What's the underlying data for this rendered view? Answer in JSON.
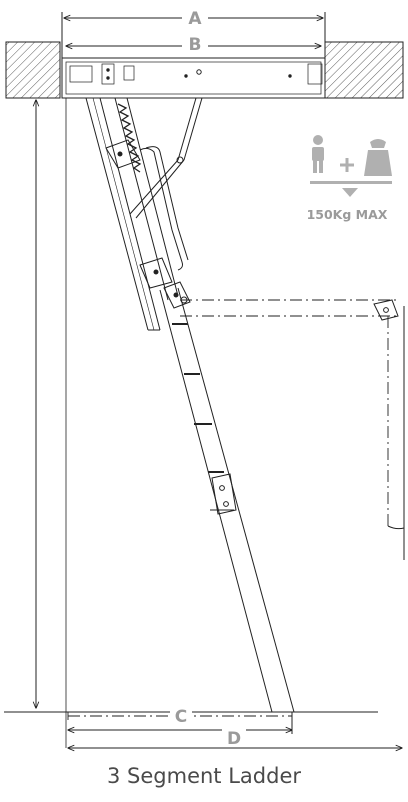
{
  "dimension_labels": {
    "a": "A",
    "b": "B",
    "c": "C",
    "d": "D"
  },
  "load_limit": "150Kg MAX",
  "load_icons": {
    "person": "person-icon",
    "weight": "weight-icon",
    "plus": "plus-icon",
    "arrow": "down-arrow-icon"
  },
  "caption": "3 Segment Ladder",
  "colors": {
    "line": "#1a1a1a",
    "dimension_text": "#9a9a9a",
    "icon": "#b0b0b0",
    "caption": "#4a4a4a"
  }
}
